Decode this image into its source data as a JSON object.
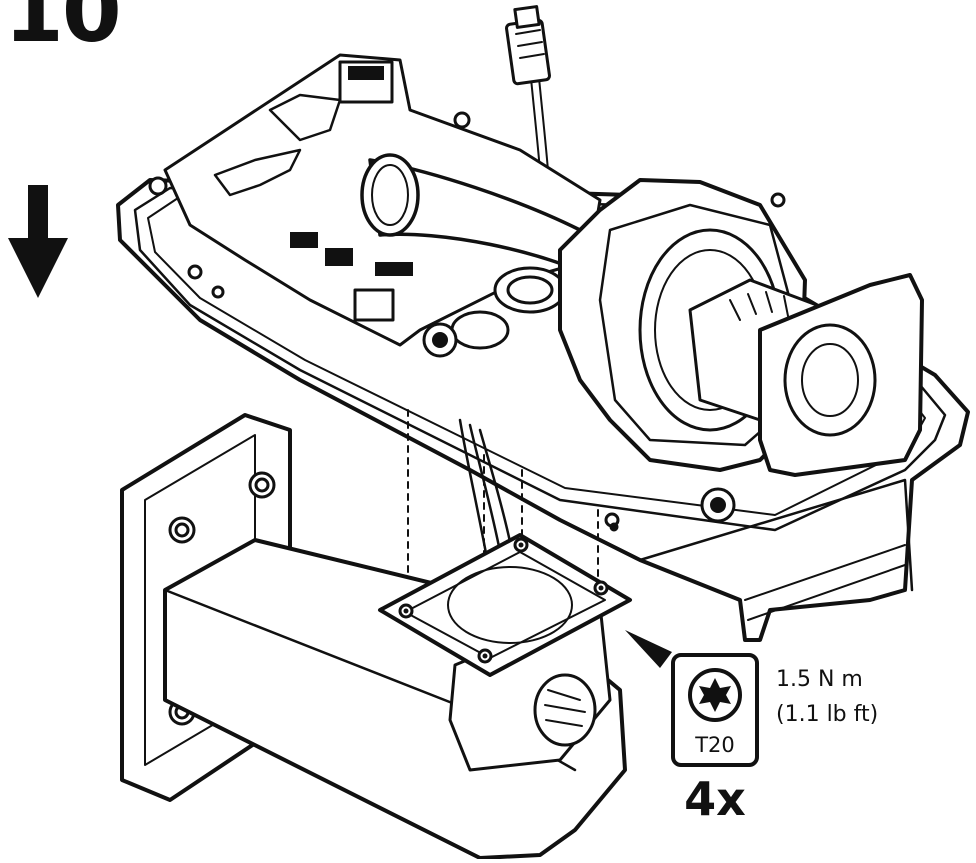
{
  "step": {
    "number": "10"
  },
  "torque": {
    "metric": "1.5 N m",
    "imperial": "(1.1 lb ft)"
  },
  "tool": {
    "bit": "T20",
    "quantity": "4x",
    "icon": "torx-bit-icon"
  },
  "icons": {
    "direction": "arrow-down-icon"
  }
}
